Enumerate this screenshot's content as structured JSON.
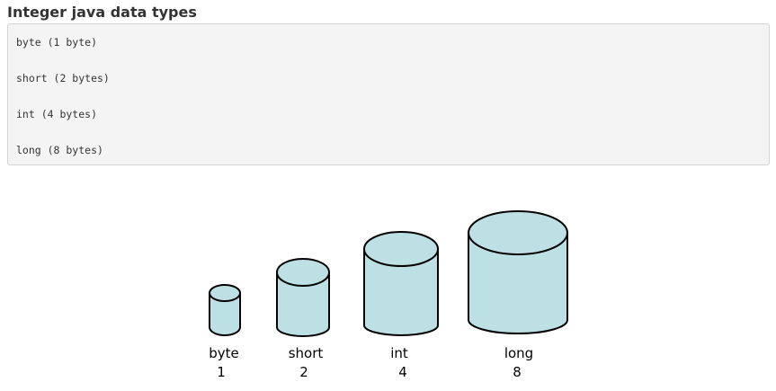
{
  "header": {
    "title": "Integer java data types"
  },
  "code_block": {
    "lines": [
      "byte (1 byte)",
      "short (2 bytes)",
      "int (4 bytes)",
      "long (8 bytes)"
    ]
  },
  "diagram": {
    "fill_color": "#bde0e4",
    "stroke_color": "#000000",
    "items": [
      {
        "name": "byte",
        "size": "1"
      },
      {
        "name": "short",
        "size": "2"
      },
      {
        "name": "int",
        "size": "4"
      },
      {
        "name": "long",
        "size": "8"
      }
    ]
  }
}
